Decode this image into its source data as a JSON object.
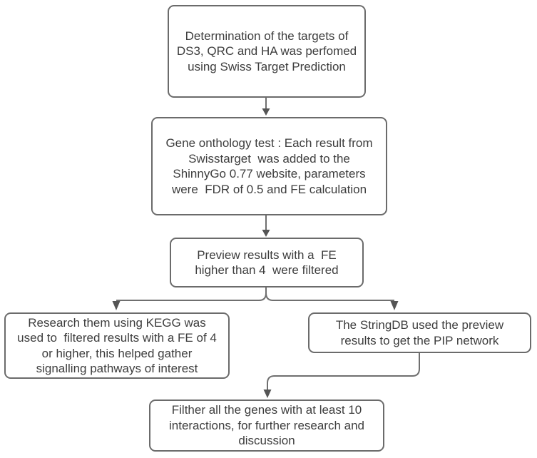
{
  "colors": {
    "background": "#ffffff",
    "box_border": "#6b6b6b",
    "box_text": "#3d3d3d",
    "connector": "#6f6f6f",
    "arrowhead": "#555555"
  },
  "flowchart": {
    "nodes": [
      {
        "id": "target-determination",
        "text": "Determination of the targets of\nDS3, QRC and HA was perfomed\nusing Swiss Target Prediction"
      },
      {
        "id": "gene-ontology-test",
        "text": "Gene onthology test : Each result from\nSwisstarget  was added to the\nShinnyGo 0.77 website, parameters\nwere  FDR of 0.5 and FE calculation"
      },
      {
        "id": "preview-results-filter",
        "text": "Preview results with a  FE\nhigher than 4  were filtered"
      },
      {
        "id": "kegg-research",
        "text": "Research them using KEGG was\nused to  filtered results with a FE of 4\nor higher, this helped gather\nsignalling pathways of interest"
      },
      {
        "id": "stringdb-pip-network",
        "text": "The StringDB used the preview\nresults to get the PIP network"
      },
      {
        "id": "gene-interaction-filter",
        "text": "Filther all the genes with at least 10\ninteractions, for further research and\ndiscussion"
      }
    ]
  }
}
